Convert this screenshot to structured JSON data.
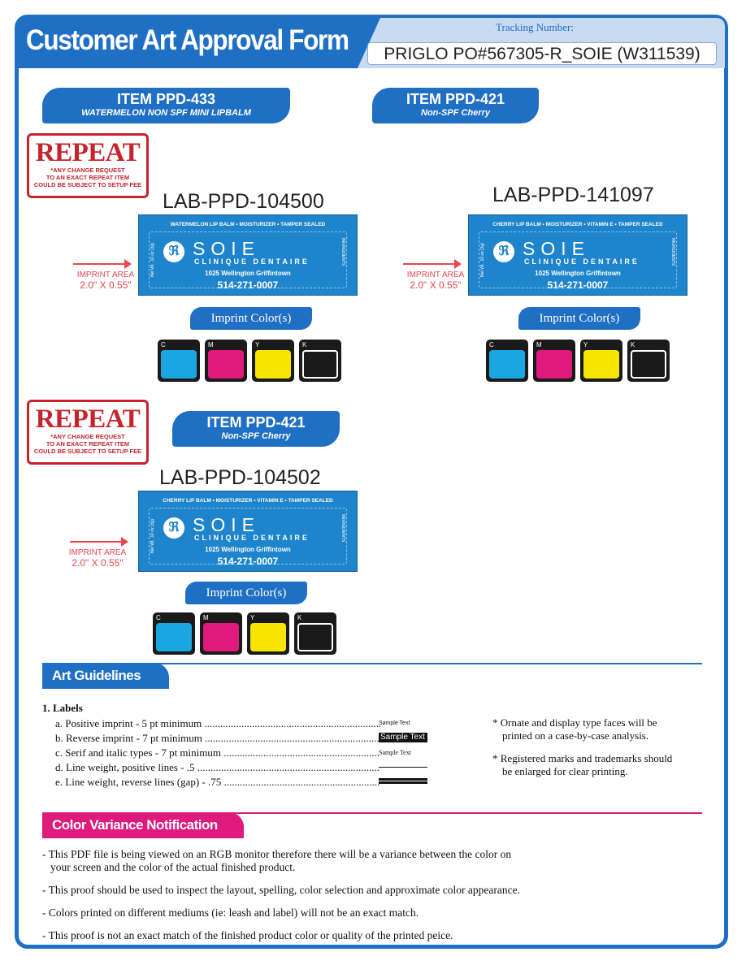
{
  "header": {
    "title": "Customer Art Approval Form",
    "tracking_label": "Tracking Number:",
    "tracking_value": "PRIGLO PO#567305-R_SOIE (W311539)"
  },
  "repeat_stamp": {
    "title": "REPEAT",
    "line1": "*ANY CHANGE REQUEST",
    "line2": "TO AN EXACT REPEAT ITEM",
    "line3": "COULD BE SUBJECT TO SETUP FEE"
  },
  "items": [
    {
      "item": "ITEM PPD-433",
      "subtitle": "WATERMELON NON SPF MINI LIPBALM",
      "lab": "LAB-PPD-104500",
      "label_top": "WATERMELON LIP BALM • MOISTURIZER • TAMPER SEALED"
    },
    {
      "item": "ITEM PPD-421",
      "subtitle": "Non-SPF Cherry",
      "lab": "LAB-PPD-141097",
      "label_top": "CHERRY LIP BALM • MOISTURIZER • VITAMIN E • TAMPER SEALED"
    },
    {
      "item": "ITEM PPD-421",
      "subtitle": "Non-SPF Cherry",
      "lab": "LAB-PPD-104502",
      "label_top": "CHERRY LIP BALM • MOISTURIZER • VITAMIN E • TAMPER SEALED"
    }
  ],
  "label_art": {
    "logo_glyph": "ℜ",
    "brand": "SOIE",
    "subbrand": "CLINIQUE DENTAIRE",
    "address": "1025 Wellington Griffintown",
    "phone": "514-271-0007",
    "side_text": "Net Wt. .10 oz (3g)",
    "side_text_right": "INGREDIENTS"
  },
  "imprint": {
    "title": "IMPRINT AREA",
    "size": "2.0\" X 0.55\""
  },
  "imprint_color_label": "Imprint Color(s)",
  "swatches": [
    {
      "label": "C",
      "color": "#1aa6e0"
    },
    {
      "label": "M",
      "color": "#e0197d"
    },
    {
      "label": "Y",
      "color": "#f7e500"
    },
    {
      "label": "K",
      "color": "#1a1a1a"
    }
  ],
  "art_guidelines": {
    "title": "Art Guidelines",
    "heading": "1. Labels",
    "rows": [
      "a. Positive imprint - 5 pt minimum",
      "b. Reverse imprint - 7 pt minimum",
      "c. Serif and italic types - 7 pt minimum",
      "d. Line weight, positive lines - .5",
      "e. Line weight, reverse lines (gap) - .75"
    ],
    "sample_text": "Sample Text",
    "note1_a": "* Ornate and display type faces will be",
    "note1_b": "printed on a case-by-case analysis.",
    "note2_a": "* Registered marks and trademarks should",
    "note2_b": "be enlarged for clear printing."
  },
  "color_variance": {
    "title": "Color Variance Notification",
    "p1a": "- This PDF file is being viewed on an RGB monitor therefore there will be a variance between the color on",
    "p1b": "your screen and the color of the actual finished product.",
    "p2": "- This proof should be used to inspect the layout, spelling, color selection and approximate color appearance.",
    "p3": "- Colors printed on different mediums (ie: leash and label) will not be an exact match.",
    "p4": "- This proof is not an exact match of the finished product color or quality of the printed peice."
  },
  "colors": {
    "brand_blue": "#1f6fc4",
    "label_blue": "#1e84cc",
    "repeat_red": "#c5242d",
    "imprint_red": "#e8474f",
    "magenta": "#e0197d"
  }
}
